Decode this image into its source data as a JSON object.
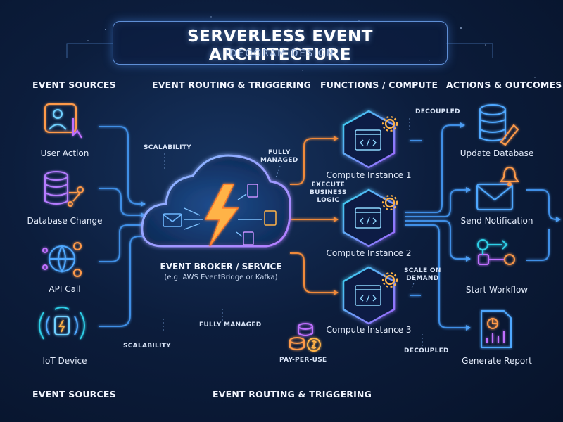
{
  "header": {
    "title": "SERVERLESS EVENT ARCHITECTURE",
    "subtitle": "IDEOGRAM DESIGN"
  },
  "columns": {
    "event_sources": "EVENT SOURCES",
    "routing": "EVENT ROUTING & TRIGGERING",
    "functions": "FUNCTIONS / COMPUTE",
    "actions": "ACTIONS & OUTCOMES"
  },
  "footer": {
    "event_sources": "EVENT SOURCES",
    "routing": "EVENT ROUTING & TRIGGERING"
  },
  "sources": [
    {
      "label": "User Action",
      "icon": "user-click-icon"
    },
    {
      "label": "Database Change",
      "icon": "database-change-icon"
    },
    {
      "label": "API Call",
      "icon": "api-globe-icon"
    },
    {
      "label": "IoT Device",
      "icon": "iot-device-icon"
    }
  ],
  "broker": {
    "title": "EVENT BROKER / SERVICE",
    "subtitle": "(e.g. AWS EventBridge or Kafka)",
    "icon": "lightning-cloud-icon"
  },
  "compute": [
    {
      "label": "Compute Instance 1",
      "icon": "code-window-icon"
    },
    {
      "label": "Compute Instance 2",
      "icon": "code-window-icon"
    },
    {
      "label": "Compute Instance 3",
      "icon": "code-window-icon"
    }
  ],
  "outcomes": [
    {
      "label": "Update Database",
      "icon": "database-edit-icon"
    },
    {
      "label": "Send Notification",
      "icon": "envelope-bell-icon"
    },
    {
      "label": "Start Workflow",
      "icon": "workflow-icon"
    },
    {
      "label": "Generate Report",
      "icon": "report-icon"
    }
  ],
  "annotations": {
    "scalability_top": "SCALABILITY",
    "fully_managed_top": "FULLY\nMANAGED",
    "execute_logic": "EXECUTE\nBUSINESS\nLOGIC",
    "decoupled_top": "DECOUPLED",
    "scale_on_demand": "SCALE ON\nDEMAND",
    "fully_managed_bottom": "FULLY MANAGED",
    "scalability_bottom": "SCALABILITY",
    "pay_per_use": "PAY-PER-USE",
    "decoupled_bottom": "DECOUPLED"
  },
  "colors": {
    "arrow_blue": "#3f8fe6",
    "arrow_orange": "#f08a3a",
    "cloud_glow": "#5aa8ff",
    "hex_purple": "#9b5cff",
    "hex_cyan": "#2fd0e8"
  }
}
